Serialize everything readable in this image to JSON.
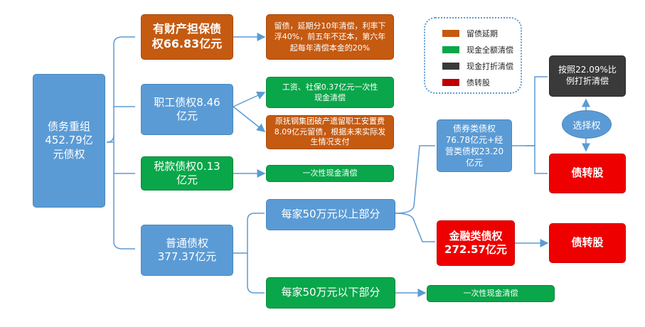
{
  "root": {
    "label": "债务重组452.79亿元债权"
  },
  "categories": {
    "property": "有财产担保债权66.83亿元",
    "employee": "职工债权8.46亿元",
    "tax": "税款债权0.13亿元",
    "general": "普通债权377.37亿元"
  },
  "outcomes": {
    "property_plan": "留债，延期分10年清偿，利率下浮40%，前五年不还本，第六年起每年清偿本金的20%",
    "employee_cash": "工资、社保0.37亿元一次性现金清偿",
    "employee_retain": "原抚钢集团破产遗留职工安置费8.09亿元留债，根据未来实际发生情况支付",
    "tax_cash": "一次性现金清偿",
    "small_cash": "一次性现金清偿"
  },
  "general_split": {
    "above": "每家50万元以上部分",
    "below": "每家50万元以下部分"
  },
  "creditors": {
    "bond_operating": "债券类债权76.78亿元+经营类债权23.20亿元",
    "financial": "金融类债权272.57亿元"
  },
  "options": {
    "discount": "按照22.09%比例打折清偿",
    "choice": "选择权",
    "debt_to_equity_1": "债转股",
    "debt_to_equity_2": "债转股"
  },
  "legend": {
    "items": [
      {
        "label": "留债延期",
        "color": "#c55a11"
      },
      {
        "label": "现金全额清偿",
        "color": "#0aa64a"
      },
      {
        "label": "现金打折清偿",
        "color": "#3a3a3a"
      },
      {
        "label": "债转股",
        "color": "#c00000"
      }
    ]
  },
  "colors": {
    "connector": "#5b9bd5",
    "blue": "#5b9bd5",
    "orange": "#c55a11",
    "green": "#0aa64a",
    "dark": "#3a3a3a",
    "red": "#ee0000"
  }
}
